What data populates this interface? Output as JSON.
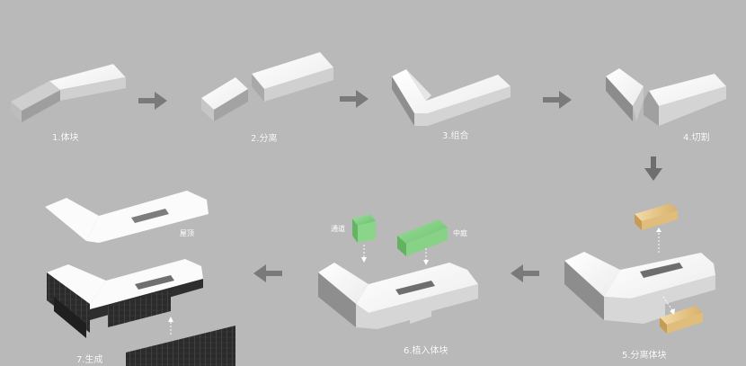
{
  "steps": [
    {
      "label": "1.体块"
    },
    {
      "label": "2.分离"
    },
    {
      "label": "3.组合"
    },
    {
      "label": "4.切割"
    },
    {
      "label": "5.分离体块"
    },
    {
      "label": "6.植入体块"
    },
    {
      "label": "7.生成"
    }
  ],
  "tags": {
    "passage": "通道",
    "courtyard": "中庭",
    "roof": "屋顶"
  },
  "colors": {
    "background": "#b9b9b9",
    "massing_top": "#ffffff",
    "massing_side": "#d9d9d9",
    "massing_dark": "#9a9a9a",
    "arrow": "#777777",
    "green_block": "#7fd07f",
    "wood_block": "#e8c98a",
    "facade": "#2a2a2a"
  }
}
